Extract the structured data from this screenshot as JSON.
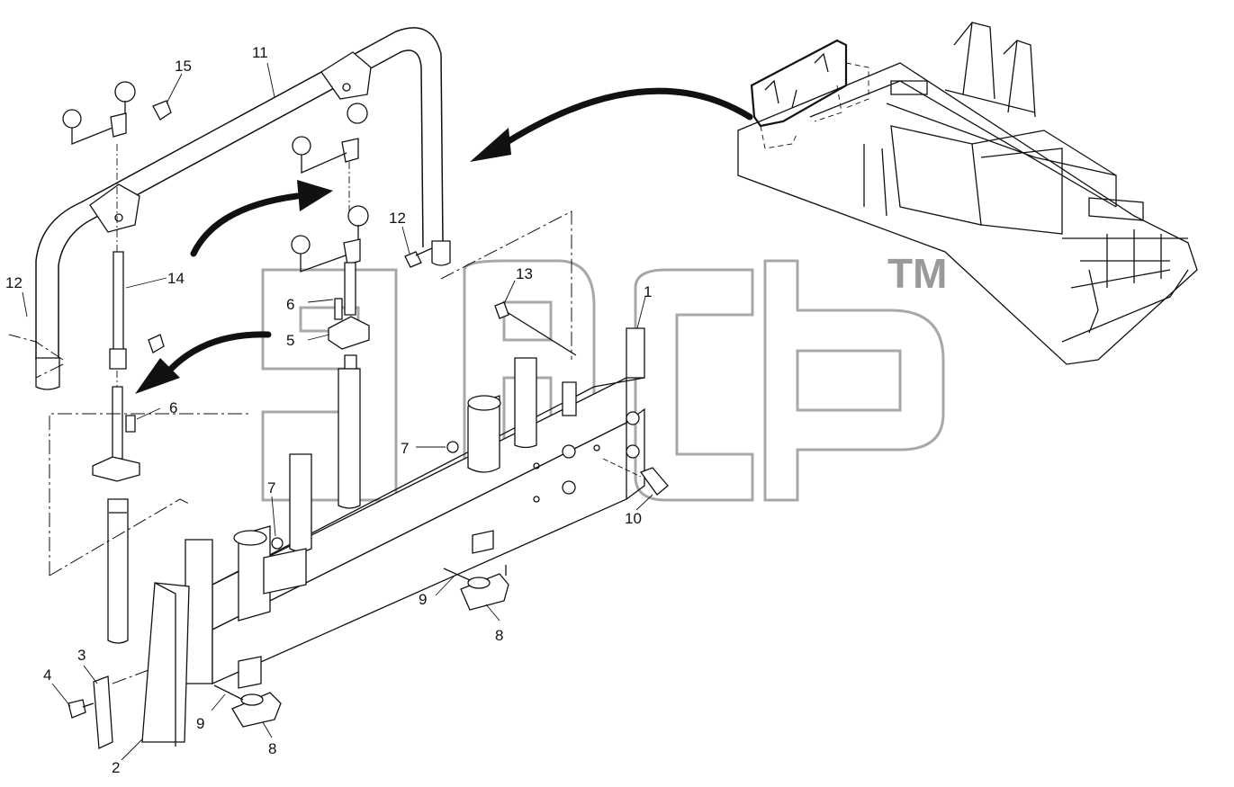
{
  "watermark": {
    "trademark": "TM"
  },
  "labels": [
    {
      "id": "1",
      "text": "1"
    },
    {
      "id": "2",
      "text": "2"
    },
    {
      "id": "3",
      "text": "3"
    },
    {
      "id": "4",
      "text": "4"
    },
    {
      "id": "5",
      "text": "5"
    },
    {
      "id": "6a",
      "text": "6"
    },
    {
      "id": "6b",
      "text": "6"
    },
    {
      "id": "7a",
      "text": "7"
    },
    {
      "id": "7b",
      "text": "7"
    },
    {
      "id": "8a",
      "text": "8"
    },
    {
      "id": "8b",
      "text": "8"
    },
    {
      "id": "9a",
      "text": "9"
    },
    {
      "id": "9b",
      "text": "9"
    },
    {
      "id": "10",
      "text": "10"
    },
    {
      "id": "11",
      "text": "11"
    },
    {
      "id": "12a",
      "text": "12"
    },
    {
      "id": "12b",
      "text": "12"
    },
    {
      "id": "13",
      "text": "13"
    },
    {
      "id": "14",
      "text": "14"
    },
    {
      "id": "15",
      "text": "15"
    }
  ],
  "colors": {
    "ink": "#111111",
    "watermark": "#a8a8a8",
    "background": "#ffffff"
  }
}
